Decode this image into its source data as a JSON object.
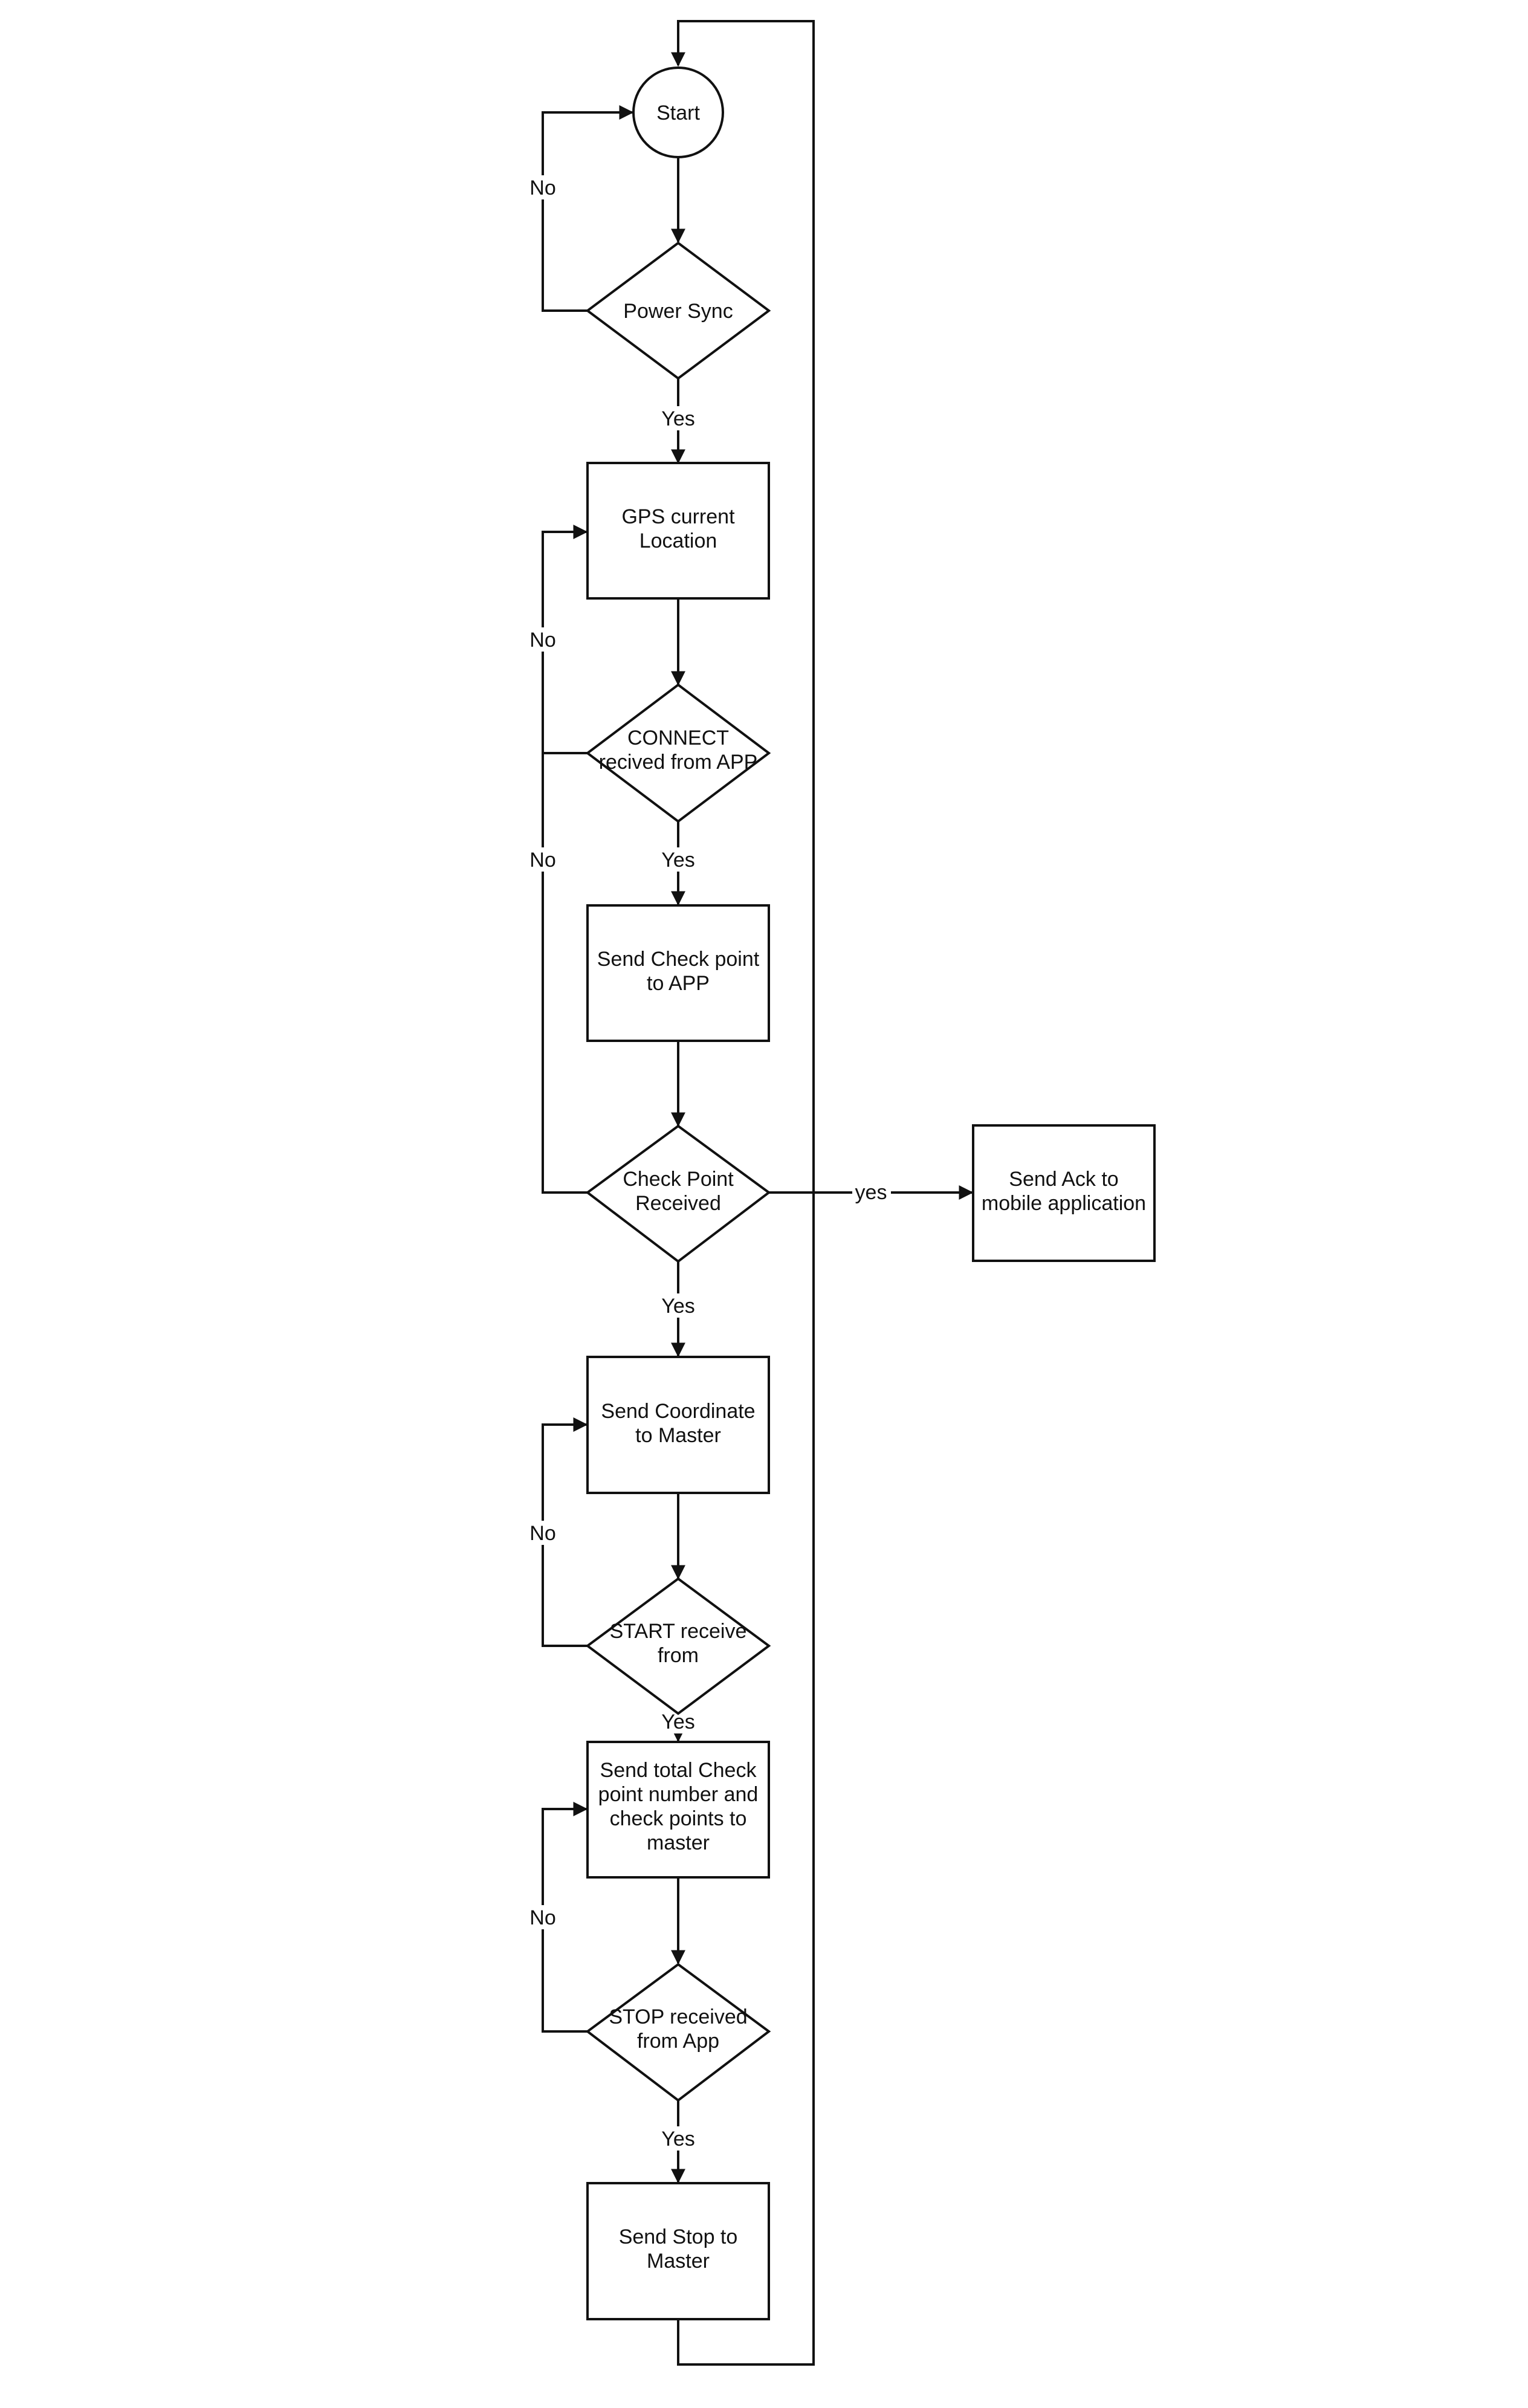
{
  "nodes": {
    "start": {
      "lines": [
        "Start"
      ]
    },
    "power_sync": {
      "lines": [
        "Power Sync"
      ]
    },
    "gps": {
      "lines": [
        "GPS current",
        "Location"
      ]
    },
    "connect": {
      "lines": [
        "CONNECT",
        "recived from APP"
      ]
    },
    "send_checkpoint": {
      "lines": [
        "Send Check point",
        "to APP"
      ]
    },
    "checkpoint_received": {
      "lines": [
        "Check Point",
        "Received"
      ]
    },
    "send_ack": {
      "lines": [
        "Send Ack to",
        "mobile application"
      ]
    },
    "send_coordinate": {
      "lines": [
        "Send Coordinate",
        "to Master"
      ]
    },
    "start_receive": {
      "lines": [
        "START receive",
        "from"
      ]
    },
    "send_total": {
      "lines": [
        "Send total Check",
        "point number and",
        "check points to",
        "master"
      ]
    },
    "stop_received": {
      "lines": [
        "STOP received",
        "from App"
      ]
    },
    "send_stop": {
      "lines": [
        "Send Stop to",
        "Master"
      ]
    }
  },
  "edges": {
    "power_no": "No",
    "power_yes": "Yes",
    "connect_no": "No",
    "connect_yes": "Yes",
    "checkpoint_no": "No",
    "checkpoint_yes": "Yes",
    "checkpoint_ack": "yes",
    "start_no": "No",
    "start_yes": "Yes",
    "stop_no": "No",
    "stop_yes": "Yes"
  }
}
